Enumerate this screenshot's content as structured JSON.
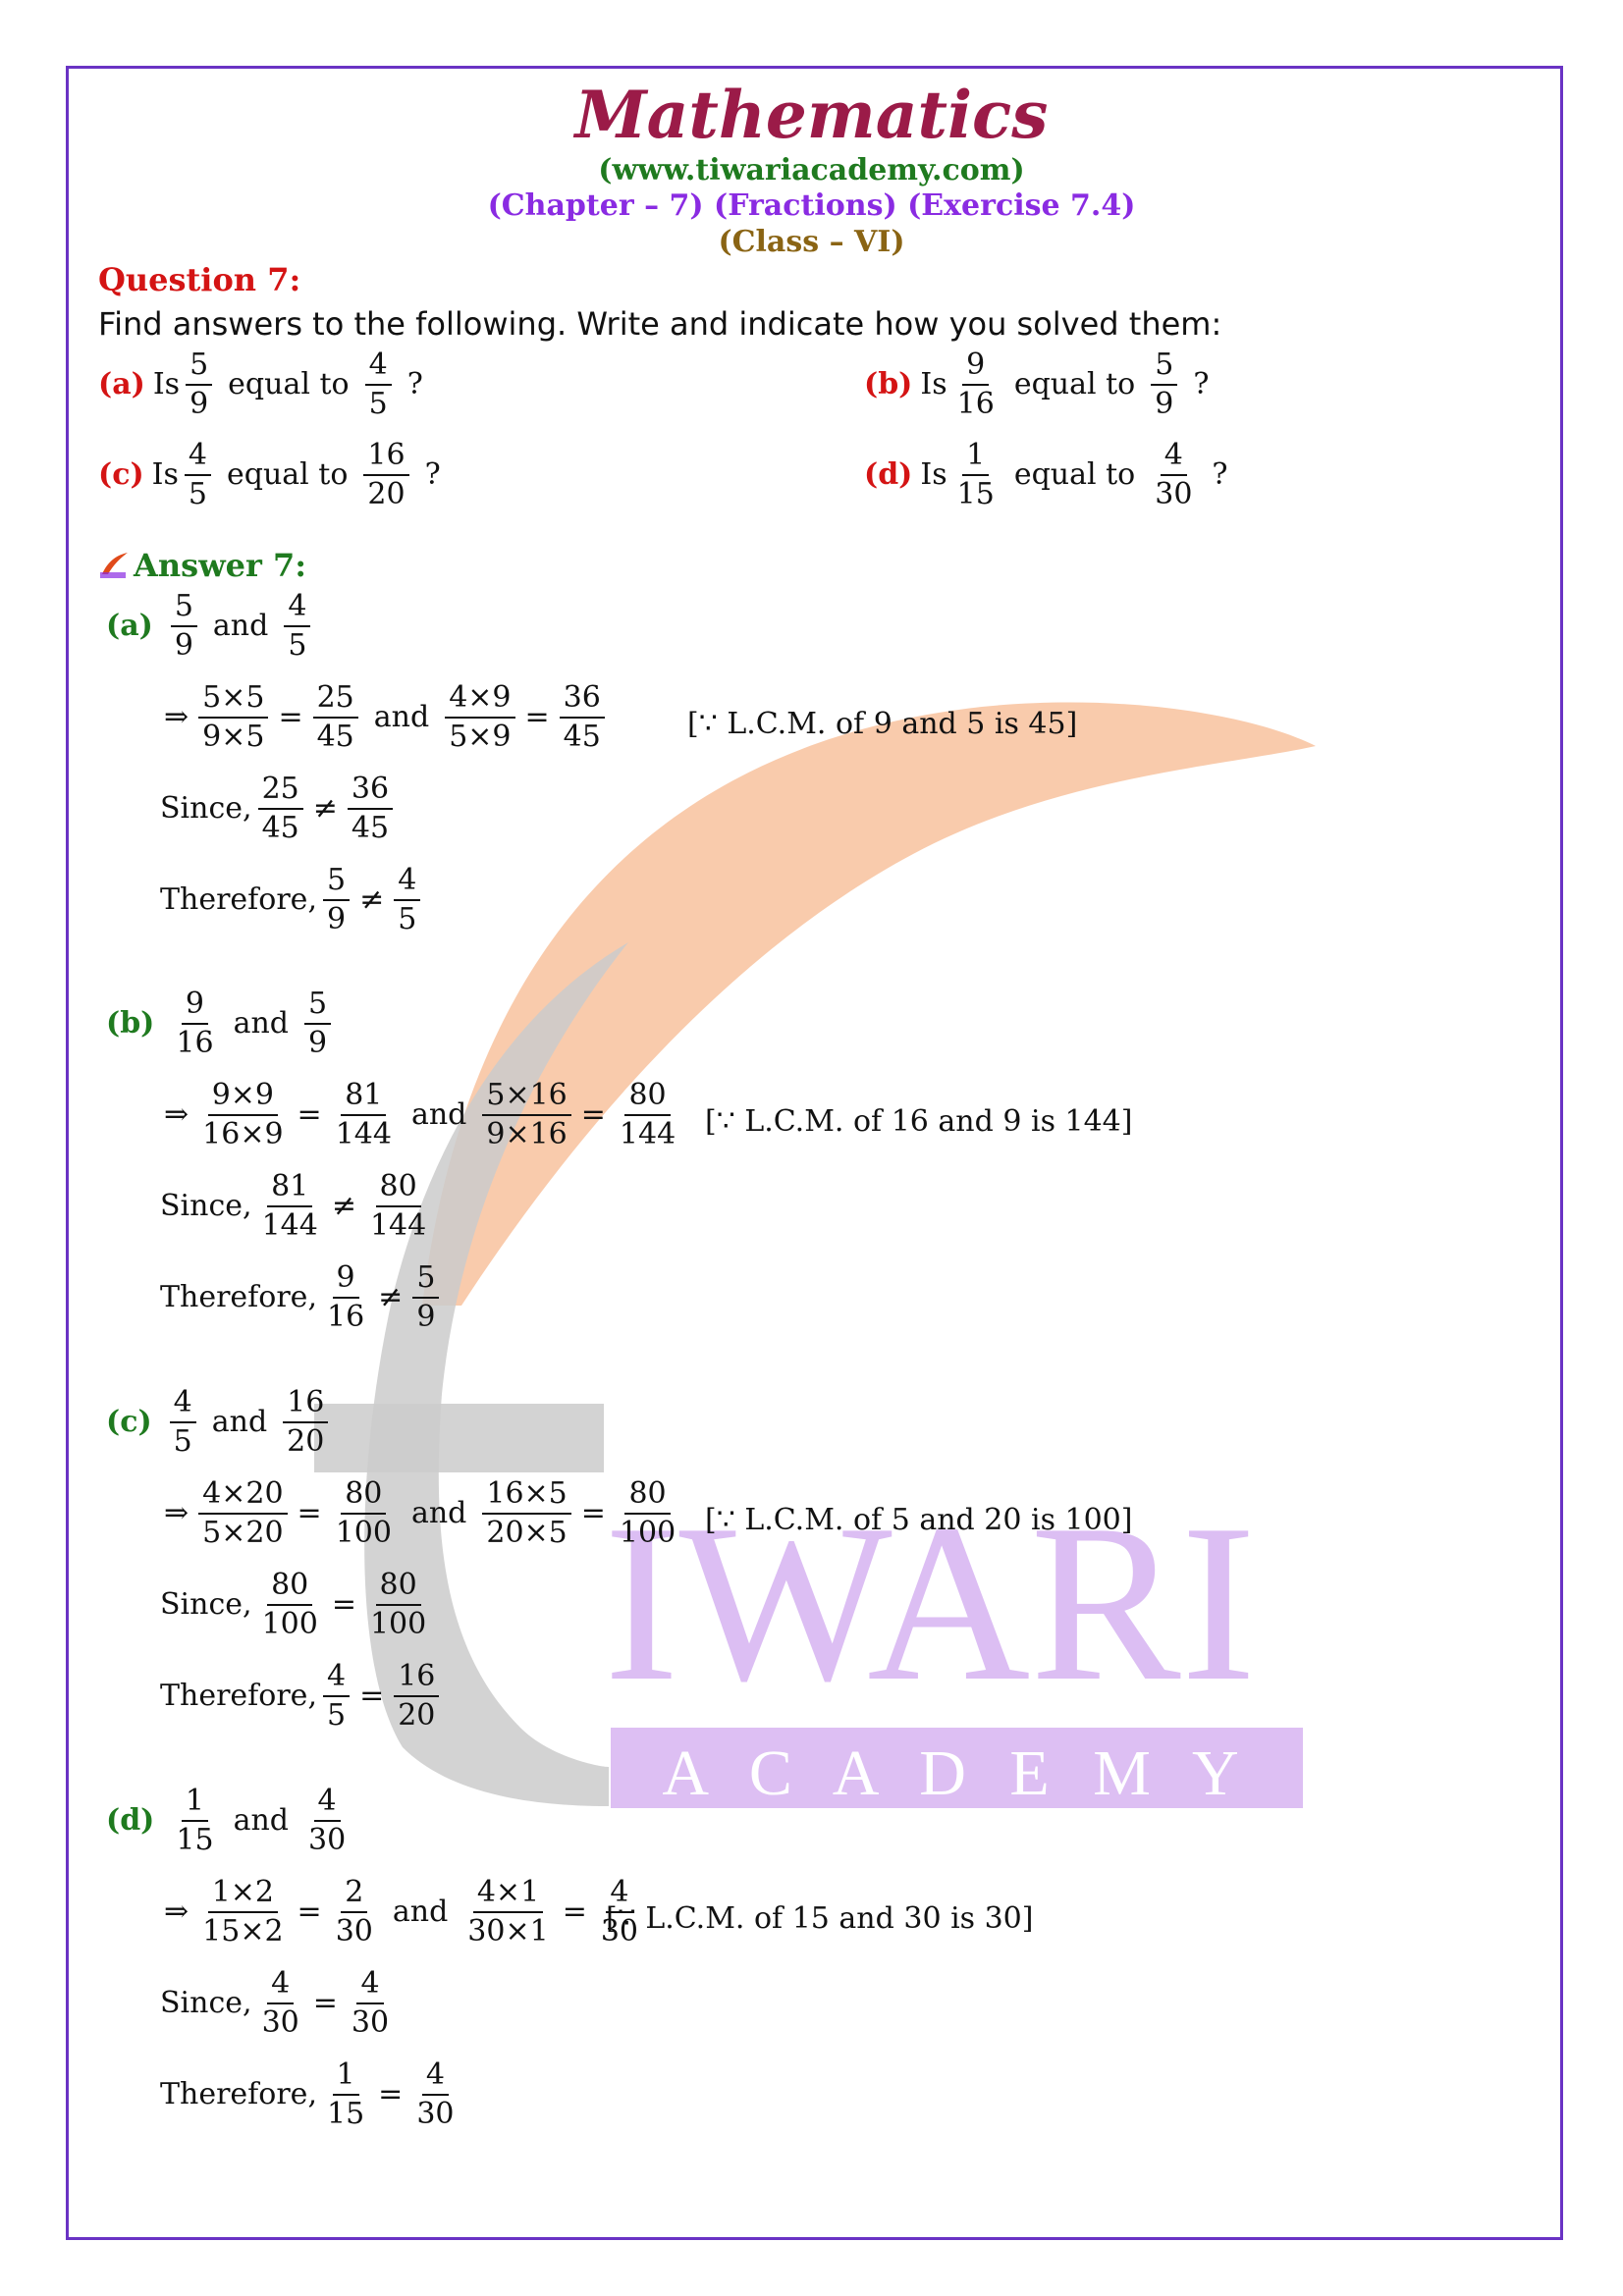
{
  "header": {
    "title": "Mathematics",
    "url": "(www.tiwariacademy.com)",
    "chapter": "(Chapter – 7) (Fractions) (Exercise 7.4)",
    "class": "(Class – VI)"
  },
  "question": {
    "heading": "Question 7:",
    "text": "Find answers to the following. Write and indicate how you solved them:",
    "is_word": "Is",
    "equal_to": "equal to",
    "qmark": "?",
    "parts": [
      {
        "label": "(a)",
        "f1": [
          "5",
          "9"
        ],
        "f2": [
          "4",
          "5"
        ]
      },
      {
        "label": "(b)",
        "f1": [
          "9",
          "16"
        ],
        "f2": [
          "5",
          "9"
        ]
      },
      {
        "label": "(c)",
        "f1": [
          "4",
          "5"
        ],
        "f2": [
          "16",
          "20"
        ]
      },
      {
        "label": "(d)",
        "f1": [
          "1",
          "15"
        ],
        "f2": [
          "4",
          "30"
        ]
      }
    ]
  },
  "answer": {
    "heading": "Answer 7:",
    "and_word": "and",
    "since_word": "Since,",
    "therefore_word": "Therefore,",
    "arrow": "⇒",
    "eq": "=",
    "neq": "≠",
    "parts": [
      {
        "label": "(a)",
        "pair": [
          [
            "5",
            "9"
          ],
          [
            "4",
            "5"
          ]
        ],
        "step1": [
          [
            "5×5",
            "9×5"
          ],
          [
            "25",
            "45"
          ],
          [
            "4×9",
            "5×9"
          ],
          [
            "36",
            "45"
          ]
        ],
        "note": "[∵ L.C.M. of 9 and 5 is 45]",
        "since": [
          [
            "25",
            "45"
          ],
          [
            "36",
            "45"
          ]
        ],
        "since_rel": "≠",
        "therefore": [
          [
            "5",
            "9"
          ],
          [
            "4",
            "5"
          ]
        ],
        "therefore_rel": "≠"
      },
      {
        "label": "(b)",
        "pair": [
          [
            "9",
            "16"
          ],
          [
            "5",
            "9"
          ]
        ],
        "step1": [
          [
            "9×9",
            "16×9"
          ],
          [
            "81",
            "144"
          ],
          [
            "5×16",
            "9×16"
          ],
          [
            "80",
            "144"
          ]
        ],
        "note": "[∵ L.C.M. of 16 and 9 is 144]",
        "since": [
          [
            "81",
            "144"
          ],
          [
            "80",
            "144"
          ]
        ],
        "since_rel": "≠",
        "therefore": [
          [
            "9",
            "16"
          ],
          [
            "5",
            "9"
          ]
        ],
        "therefore_rel": "≠"
      },
      {
        "label": "(c)",
        "pair": [
          [
            "4",
            "5"
          ],
          [
            "16",
            "20"
          ]
        ],
        "step1": [
          [
            "4×20",
            "5×20"
          ],
          [
            "80",
            "100"
          ],
          [
            "16×5",
            "20×5"
          ],
          [
            "80",
            "100"
          ]
        ],
        "note": "[∵ L.C.M. of 5 and 20 is 100]",
        "since": [
          [
            "80",
            "100"
          ],
          [
            "80",
            "100"
          ]
        ],
        "since_rel": "=",
        "therefore": [
          [
            "4",
            "5"
          ],
          [
            "16",
            "20"
          ]
        ],
        "therefore_rel": "="
      },
      {
        "label": "(d)",
        "pair": [
          [
            "1",
            "15"
          ],
          [
            "4",
            "30"
          ]
        ],
        "step1": [
          [
            "1×2",
            "15×2"
          ],
          [
            "2",
            "30"
          ],
          [
            "4×1",
            "30×1"
          ],
          [
            "4",
            "30"
          ]
        ],
        "note": "[∵ L.C.M. of 15 and 30 is 30]",
        "since": [
          [
            "4",
            "30"
          ],
          [
            "4",
            "30"
          ]
        ],
        "since_rel": "=",
        "therefore": [
          [
            "1",
            "15"
          ],
          [
            "4",
            "30"
          ]
        ],
        "therefore_rel": "="
      }
    ]
  },
  "watermark": {
    "big": "IWARI",
    "small": "A C A D E M Y",
    "colors": {
      "leaf": "#f9c8a8",
      "stem": "#c9c9c9",
      "text": "#d7b6f0"
    }
  }
}
